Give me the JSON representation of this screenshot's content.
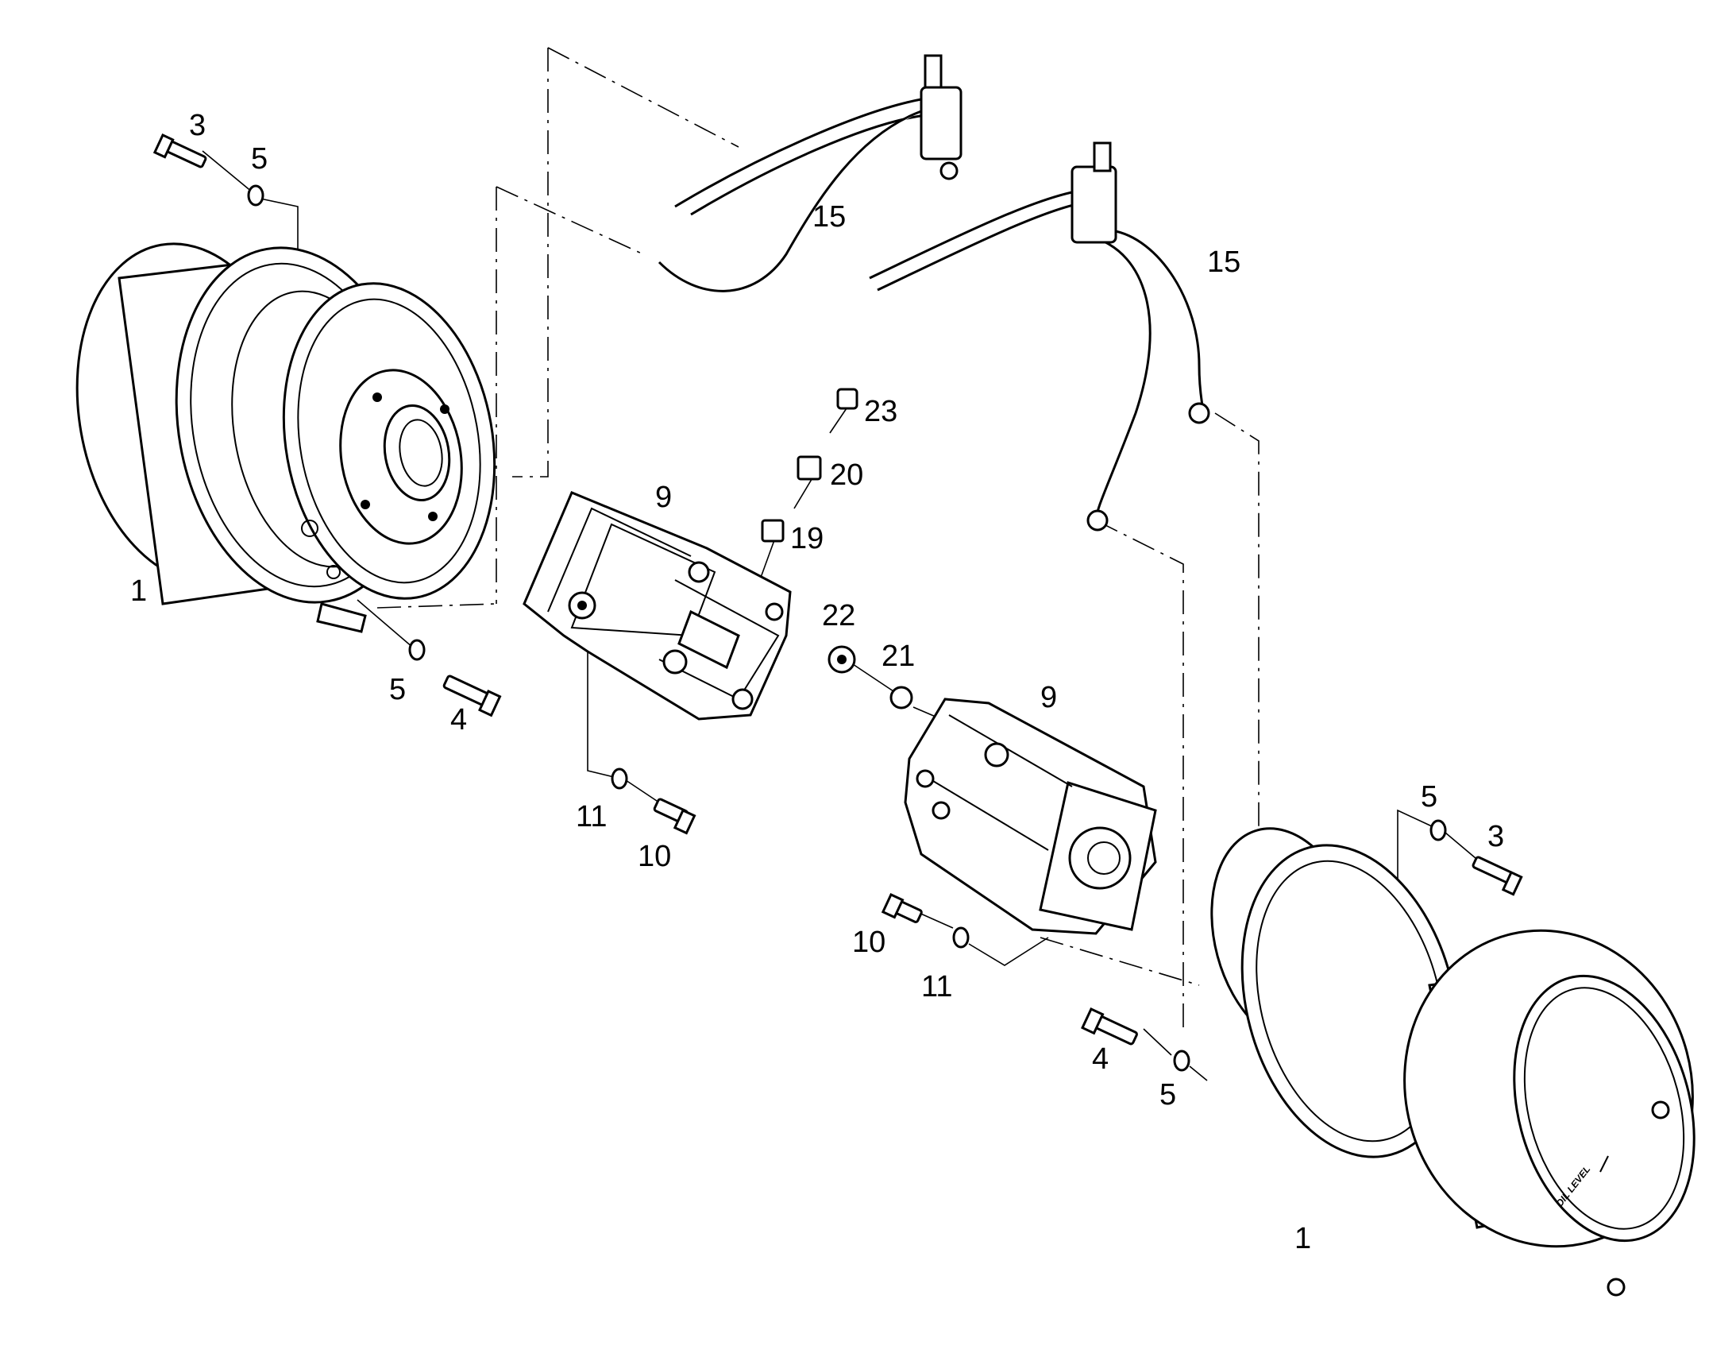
{
  "diagram": {
    "callouts": {
      "final_drive_left": "1",
      "final_drive_right": "1",
      "bolt_3_left": "3",
      "bolt_3_right": "3",
      "bolt_4_left": "4",
      "bolt_4_right": "4",
      "washer_5_top_left": "5",
      "washer_5_bottom_left": "5",
      "washer_5_top_right": "5",
      "washer_5_bottom_right": "5",
      "motor_9_left": "9",
      "motor_9_right": "9",
      "bolt_10_left": "10",
      "bolt_10_right": "10",
      "washer_11_left": "11",
      "washer_11_right": "11",
      "hose_15_left": "15",
      "hose_15_right": "15",
      "fitting_19": "19",
      "fitting_20": "20",
      "nut_21": "21",
      "cap_22": "22",
      "cap_23": "23"
    },
    "oil_level_marking": "OIL LEVEL"
  }
}
